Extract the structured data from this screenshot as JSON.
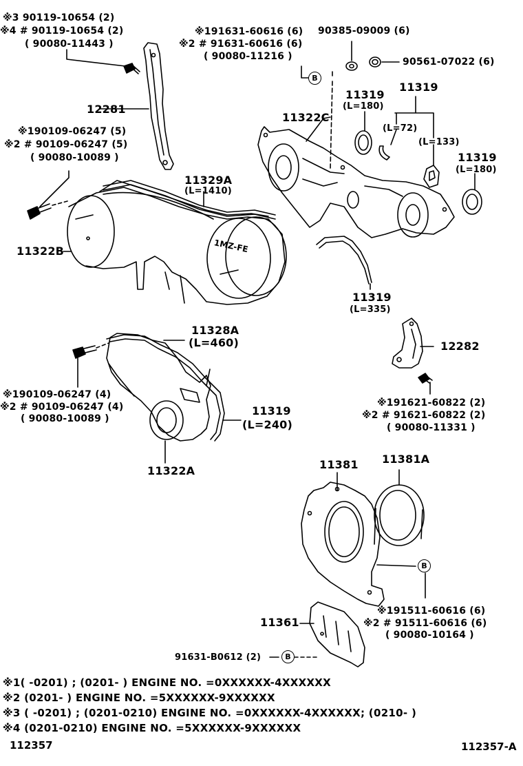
{
  "labels": {
    "p12281": "12281",
    "bolt_top_1": "※3 90119-10654 (2)",
    "bolt_top_2": "※4 # 90119-10654 (2)",
    "bolt_top_3": "( 90080-11443 )",
    "stud_top_1": "※191631-60616 (6)",
    "stud_top_2": "※2 # 91631-60616 (6)",
    "stud_top_3": "( 90080-11216 )",
    "nut_a": "90385-09009 (6)",
    "nut_b": "90561-07022 (6)",
    "p11322c": "11322C",
    "seal_180a": "11319",
    "seal_180a_len": "(L=180)",
    "seal_group": "11319",
    "seal_72": "(L=72)",
    "seal_133": "(L=133)",
    "seal_180b": "11319",
    "seal_180b_len": "(L=180)",
    "bolt_mid_1": "※190109-06247 (5)",
    "bolt_mid_2": "※2 # 90109-06247 (5)",
    "bolt_mid_3": "( 90080-10089 )",
    "p11329a": "11329A",
    "p11329a_len": "(L=1410)",
    "p11322b": "11322B",
    "seal_335": "11319",
    "seal_335_len": "(L=335)",
    "p11328a": "11328A",
    "p11328a_len": "(L=460)",
    "p12282": "12282",
    "bolt_low_1": "※190109-06247 (4)",
    "bolt_low_2": "※2 # 90109-06247 (4)",
    "bolt_low_3": "( 90080-10089 )",
    "seal_240": "11319",
    "seal_240_len": "(L=240)",
    "bolt_r_1": "※191621-60822 (2)",
    "bolt_r_2": "※2 # 91621-60822 (2)",
    "bolt_r_3": "( 90080-11331 )",
    "p11322a": "11322A",
    "p11381": "11381",
    "p11381a": "11381A",
    "stud_low_1": "※191511-60616 (6)",
    "stud_low_2": "※2 # 91511-60616 (6)",
    "stud_low_3": "( 90080-10164 )",
    "p11361": "11361",
    "stud_bottom": "91631-B0612 (2)",
    "callout": "B",
    "engine_logo": "1MZ-FE"
  },
  "footnotes": [
    "※1(        -0201) ; (0201-        ) ENGINE NO. =0XXXXXX-4XXXXXX",
    "※2 (0201-        ) ENGINE NO. =5XXXXXX-9XXXXXX",
    "※3 (        -0201) ; (0201-0210) ENGINE NO. =0XXXXXX-4XXXXXX; (0210-        )",
    "※4 (0201-0210) ENGINE NO. =5XXXXXX-9XXXXXX"
  ],
  "codes": {
    "left": "112357",
    "right": "112357-A"
  }
}
